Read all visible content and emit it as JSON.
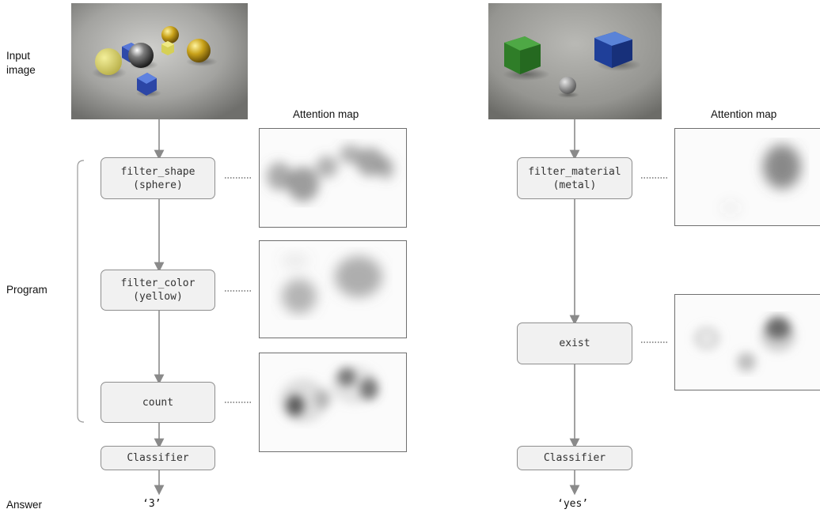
{
  "labels": {
    "input_image": "Input\nimage",
    "program": "Program",
    "answer": "Answer"
  },
  "left": {
    "attention_title": "Attention map",
    "nodes": [
      "filter_shape\n(sphere)",
      "filter_color\n(yellow)",
      "count"
    ],
    "classifier": "Classifier",
    "answer": "‘3’"
  },
  "right": {
    "attention_title": "Attention map",
    "nodes": [
      "filter_material\n(metal)",
      "exist"
    ],
    "classifier": "Classifier",
    "answer": "‘yes’"
  },
  "colors": {
    "node_fill": "#f1f1f1",
    "node_border": "#8e8e8e",
    "arrow": "#8a8a8a",
    "scene_bg": "#8c8c8a"
  }
}
